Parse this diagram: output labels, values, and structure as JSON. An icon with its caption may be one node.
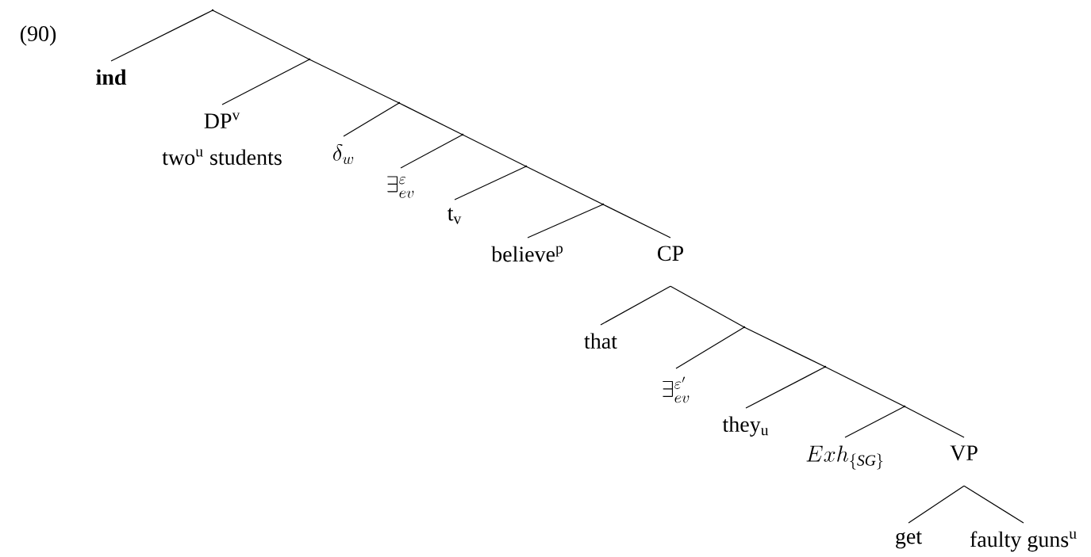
{
  "diagram": {
    "nodes": [
      {
        "text": [],
        "shape": "point"
      },
      {
        "text": [
          "ind"
        ]
      },
      {
        "text": [],
        "shape": "point"
      },
      {
        "text": [
          "DP$^{v}$",
          "two$^{u}$ students"
        ]
      },
      {
        "text": [],
        "shape": "point"
      },
      {
        "text": [
          "\\delta_{w}"
        ]
      },
      {
        "text": [],
        "shape": "point"
      },
      {
        "text": [
          "\\exists^{\\varepsilon}_{ev}"
        ]
      },
      {
        "text": [],
        "shape": "point"
      },
      {
        "text": [
          "t$_{v}$"
        ]
      },
      {
        "text": [],
        "shape": "point"
      },
      {
        "text": [
          "believe$^{p}$"
        ]
      },
      {
        "text": [
          "CP"
        ]
      },
      {
        "text": [
          "that"
        ]
      },
      {
        "text": [],
        "shape": "point"
      },
      {
        "text": [
          "\\exists^{\\varepsilon'}_{ev}"
        ]
      },
      {
        "text": [],
        "shape": "point"
      },
      {
        "text": [
          "they$_{u}$"
        ]
      },
      {
        "text": [],
        "shape": "point"
      },
      {
        "text": [
          "Exh_{\\{\\mathit{SG}\\}}"
        ]
      },
      {
        "text": [
          "VP"
        ]
      },
      {
        "text": [
          "get"
        ]
      },
      {
        "text": [
          "faulty guns$^{u}$"
        ]
      }
    ],
    "edges": [
      {
        "from": 0,
        "to": 1,
        "arrow": "none"
      },
      {
        "from": 0,
        "to": 2,
        "arrow": "none"
      },
      {
        "from": 2,
        "to": 3,
        "arrow": "none"
      },
      {
        "from": 2,
        "to": 4,
        "arrow": "none"
      },
      {
        "from": 4,
        "to": 5,
        "arrow": "none"
      },
      {
        "from": 4,
        "to": 6,
        "arrow": "none"
      },
      {
        "from": 6,
        "to": 7,
        "arrow": "none"
      },
      {
        "from": 6,
        "to": 8,
        "arrow": "none"
      },
      {
        "from": 8,
        "to": 9,
        "arrow": "none"
      },
      {
        "from": 8,
        "to": 10,
        "arrow": "none"
      },
      {
        "from": 10,
        "to": 11,
        "arrow": "none"
      },
      {
        "from": 10,
        "to": 12,
        "arrow": "none"
      },
      {
        "from": 12,
        "to": 13,
        "arrow": "none"
      },
      {
        "from": 12,
        "to": 14,
        "arrow": "none"
      },
      {
        "from": 14,
        "to": 15,
        "arrow": "none"
      },
      {
        "from": 14,
        "to": 16,
        "arrow": "none"
      },
      {
        "from": 16,
        "to": 17,
        "arrow": "none"
      },
      {
        "from": 16,
        "to": 18,
        "arrow": "none"
      },
      {
        "from": 18,
        "to": 19,
        "arrow": "none"
      },
      {
        "from": 18,
        "to": 20,
        "arrow": "none"
      },
      {
        "from": 20,
        "to": 21,
        "arrow": "none"
      },
      {
        "from": 20,
        "to": 22,
        "arrow": "none"
      }
    ],
    "labels": [
      "(90)"
    ]
  }
}
